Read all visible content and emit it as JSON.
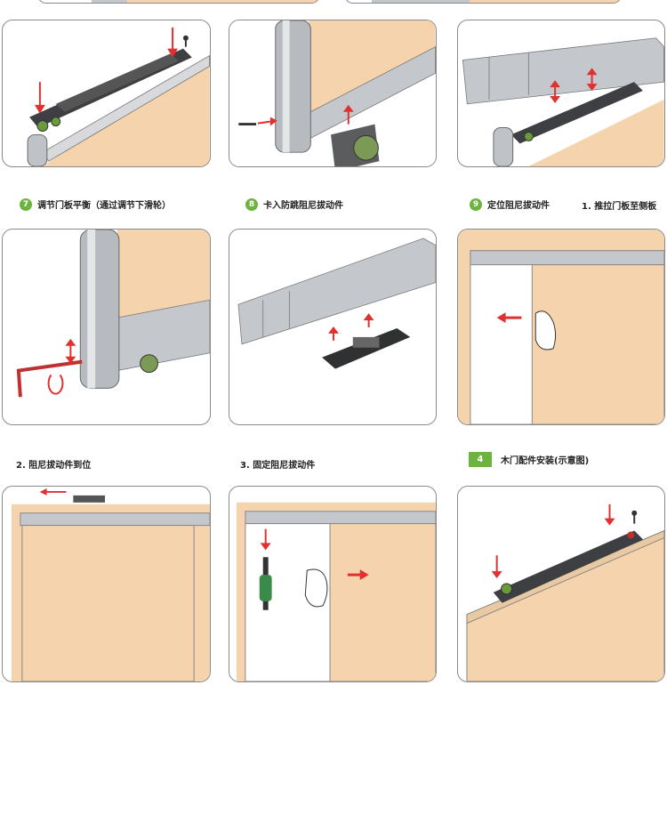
{
  "captions": {
    "c7": {
      "num": "7",
      "text": "调节门板平衡（通过调节下滑轮）"
    },
    "c8": {
      "num": "8",
      "text": "卡入防跳阻尼拔动件"
    },
    "c9": {
      "num": "9",
      "text": "定位阻尼拔动件"
    },
    "c1": {
      "text": "1. 推拉门板至侧板"
    },
    "c2": {
      "text": "2. 阻尼拔动件到位"
    },
    "c3": {
      "text": "3. 固定阻尼拔动件"
    },
    "c4": {
      "num": "4",
      "text": "木门配件安装(示意图)"
    }
  },
  "colors": {
    "door": "#f5d3ac",
    "rail": "#c4c7cb",
    "arrow": "#e03030",
    "badge": "#6db33f",
    "border": "#8a8a8a"
  }
}
